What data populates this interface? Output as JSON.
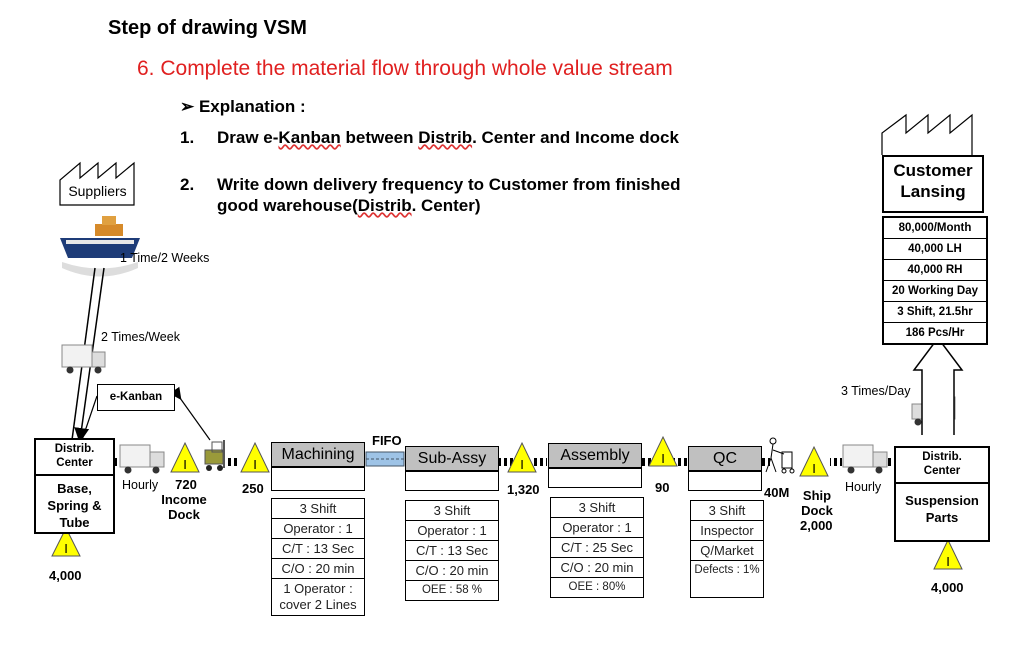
{
  "header": {
    "title": "Step of drawing VSM",
    "subtitle": "6. Complete the material flow through whole value stream",
    "explanation_label": "➢ Explanation :",
    "steps": [
      {
        "num": "1.",
        "text_a": "Draw e-",
        "text_b": "Kanban",
        "text_c": " between ",
        "text_d": "Distrib",
        "text_e": ". Center and Income dock"
      },
      {
        "num": "2.",
        "text_a": "Write down delivery frequency to Customer from finished good warehouse(",
        "text_b": "Distrib",
        "text_c": ". Center)"
      }
    ]
  },
  "supplier": {
    "label": "Suppliers",
    "ship_freq": "1 Time/2 Weeks",
    "truck_freq": "2 Times/Week"
  },
  "ekanban": "e-Kanban",
  "distrib_left": {
    "head": "Distrib. Center",
    "body": "Base, Spring & Tube",
    "inv": "4,000"
  },
  "flow": {
    "hourly_left": "Hourly",
    "income_dock_inv": "720",
    "income_dock": "Income Dock",
    "inv_250": "250",
    "fifo": "FIFO",
    "inv_1320": "1,320",
    "inv_90": "90",
    "inv_40m": "40M",
    "ship_dock": "Ship Dock",
    "ship_dock_inv": "2,000",
    "hourly_right": "Hourly"
  },
  "processes": [
    {
      "name": "Machining",
      "rows": [
        "3 Shift",
        "Operator : 1",
        "C/T : 13 Sec",
        "C/O : 20 min",
        "1 Operator : cover 2 Lines"
      ]
    },
    {
      "name": "Sub-Assy",
      "rows": [
        "3 Shift",
        "Operator : 1",
        "C/T : 13 Sec",
        "C/O : 20 min",
        "OEE : 58 %"
      ]
    },
    {
      "name": "Assembly",
      "rows": [
        "3 Shift",
        "Operator : 1",
        "C/T : 25 Sec",
        "C/O : 20 min",
        "OEE :  80%"
      ]
    },
    {
      "name": "QC",
      "rows": [
        "3 Shift",
        "Inspector",
        "Q/Market",
        "Defects : 1%"
      ]
    }
  ],
  "distrib_right": {
    "head": "Distrib. Center",
    "body": "Suspension Parts",
    "inv": "4,000"
  },
  "customer": {
    "name": "Customer Lansing",
    "rows": [
      "80,000/Month",
      "40,000 LH",
      "40,000 RH",
      "20 Working Day",
      "3 Shift, 21.5hr",
      "186 Pcs/Hr"
    ],
    "delivery": "3 Times/Day"
  },
  "colors": {
    "subtitle": "#e02020",
    "triangle": "#ffff00",
    "process": "#c0c0c0",
    "fifo": "#9ec3e6"
  }
}
